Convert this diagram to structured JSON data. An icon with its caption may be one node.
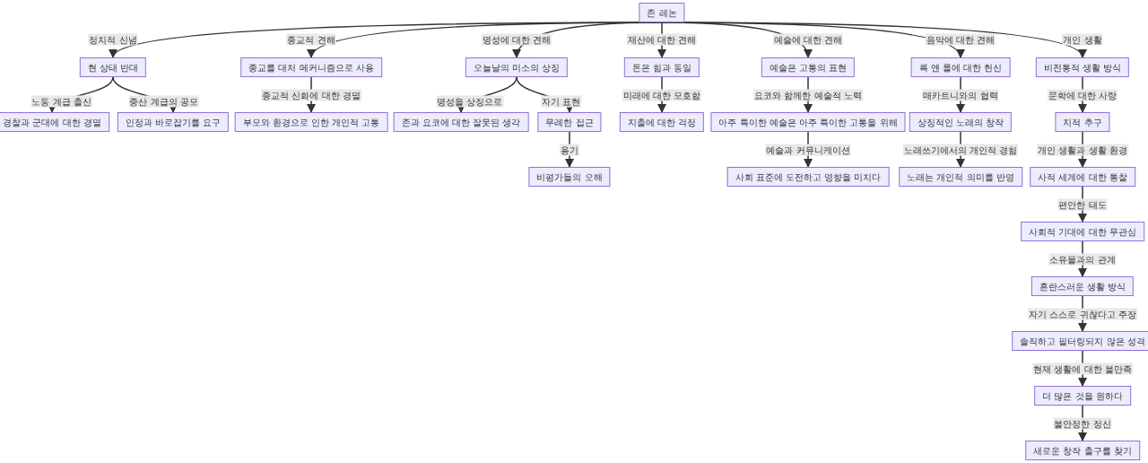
{
  "diagram": {
    "nodes": [
      {
        "text": [
          "존 레논"
        ]
      },
      {
        "text": [
          "현 상태 반대"
        ]
      },
      {
        "text": [
          "경찰과 군대에 대한 경멸"
        ]
      },
      {
        "text": [
          "인정과 바로잡기를 요구"
        ]
      },
      {
        "text": [
          "종교를 대처 메커니즘으로 사용"
        ]
      },
      {
        "text": [
          "부모와 환경으로 인한 개인적 고통"
        ]
      },
      {
        "text": [
          "오늘날의 미소의 상징"
        ]
      },
      {
        "text": [
          "존과 요코에 대한 잘못된 생각"
        ]
      },
      {
        "text": [
          "무례한 접근"
        ]
      },
      {
        "text": [
          "비평가들의 오해"
        ]
      },
      {
        "text": [
          "돈은 힘과 동일"
        ]
      },
      {
        "text": [
          "지출에 대한 걱정"
        ]
      },
      {
        "text": [
          "예술은 고통의 표현"
        ]
      },
      {
        "text": [
          "아주 특이한 예술은 아주 특이한 고통을 위해"
        ]
      },
      {
        "text": [
          "사회 표준에 도전하고 영향을 미치다"
        ]
      },
      {
        "text": [
          "록 앤 롤에 대한 헌신"
        ]
      },
      {
        "text": [
          "상징적인 노래의 창작"
        ]
      },
      {
        "text": [
          "노래는 개인적 의미를 반영"
        ]
      },
      {
        "text": [
          "비전통적 생활 방식"
        ]
      },
      {
        "text": [
          "지적 추구"
        ]
      },
      {
        "text": [
          "사적 세계에 대한 통찰"
        ]
      },
      {
        "text": [
          "사회적 기대에 대한 무관심"
        ]
      },
      {
        "text": [
          "혼란스러운 생활 방식"
        ]
      },
      {
        "text": [
          "솔직하고 필터링되지 않은 성격"
        ]
      },
      {
        "text": [
          "더 많은 것을 원하다"
        ]
      },
      {
        "text": [
          "새로운 창작 출구를 찾기"
        ]
      }
    ],
    "edges": [
      {
        "from": 0,
        "to": 1,
        "arrow": "to",
        "label": "정치적 신념"
      },
      {
        "from": 1,
        "to": 2,
        "arrow": "to",
        "label": "노동 계급 출신"
      },
      {
        "from": 1,
        "to": 3,
        "arrow": "to",
        "label": "중산 계급의 공모"
      },
      {
        "from": 0,
        "to": 4,
        "arrow": "to",
        "label": "종교적 견해"
      },
      {
        "from": 4,
        "to": 5,
        "arrow": "to",
        "label": "종교적 신화에 대한 경멸"
      },
      {
        "from": 0,
        "to": 6,
        "arrow": "to",
        "label": "명성에 대한 견해"
      },
      {
        "from": 6,
        "to": 7,
        "arrow": "to",
        "label": "명성을 상징으로"
      },
      {
        "from": 6,
        "to": 8,
        "arrow": "to",
        "label": "자기 표현"
      },
      {
        "from": 8,
        "to": 9,
        "arrow": "to",
        "label": "용기"
      },
      {
        "from": 0,
        "to": 10,
        "arrow": "to",
        "label": "재산에 대한 견해"
      },
      {
        "from": 10,
        "to": 11,
        "arrow": "to",
        "label": "미래에 대한 모호함"
      },
      {
        "from": 0,
        "to": 12,
        "arrow": "to",
        "label": "예술에 대한 견해"
      },
      {
        "from": 12,
        "to": 13,
        "arrow": "to",
        "label": "요코와 함께한 예술적 노력"
      },
      {
        "from": 13,
        "to": 14,
        "arrow": "to",
        "label": "예술과 커뮤니케이션"
      },
      {
        "from": 0,
        "to": 15,
        "arrow": "to",
        "label": "음악에 대한 견해"
      },
      {
        "from": 15,
        "to": 16,
        "arrow": "to",
        "label": "매카트니와의 협력"
      },
      {
        "from": 16,
        "to": 17,
        "arrow": "to",
        "label": "노래쓰기에서의 개인적 경험"
      },
      {
        "from": 0,
        "to": 18,
        "arrow": "to",
        "label": "개인 생활"
      },
      {
        "from": 18,
        "to": 19,
        "arrow": "to",
        "label": "문학에 대한 사랑"
      },
      {
        "from": 19,
        "to": 20,
        "arrow": "to",
        "label": "개인 생활과 생활 환경"
      },
      {
        "from": 20,
        "to": 21,
        "arrow": "to",
        "label": "편안한 태도"
      },
      {
        "from": 21,
        "to": 22,
        "arrow": "to",
        "label": "소유물과의 관계"
      },
      {
        "from": 22,
        "to": 23,
        "arrow": "to",
        "label": "자기 스스로 귀찮다고 주장"
      },
      {
        "from": 23,
        "to": 24,
        "arrow": "to",
        "label": "현재 생활에 대한 불만족"
      },
      {
        "from": 24,
        "to": 25,
        "arrow": "to",
        "label": "불안정한 정신"
      }
    ]
  }
}
